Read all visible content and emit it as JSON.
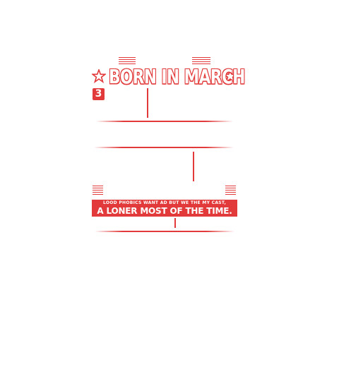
{
  "design": {
    "title": "BORN IN MARCH",
    "badge": "3",
    "banner_small": "LOOD PHOBICS WANT AD BUT WE THE MY CAST,",
    "banner_large": "A LONER MOST OF THE TIME.",
    "accent_color": "#e23a3a",
    "background_color": "#ffffff",
    "icons": [
      "star-icon",
      "star-icon"
    ]
  }
}
